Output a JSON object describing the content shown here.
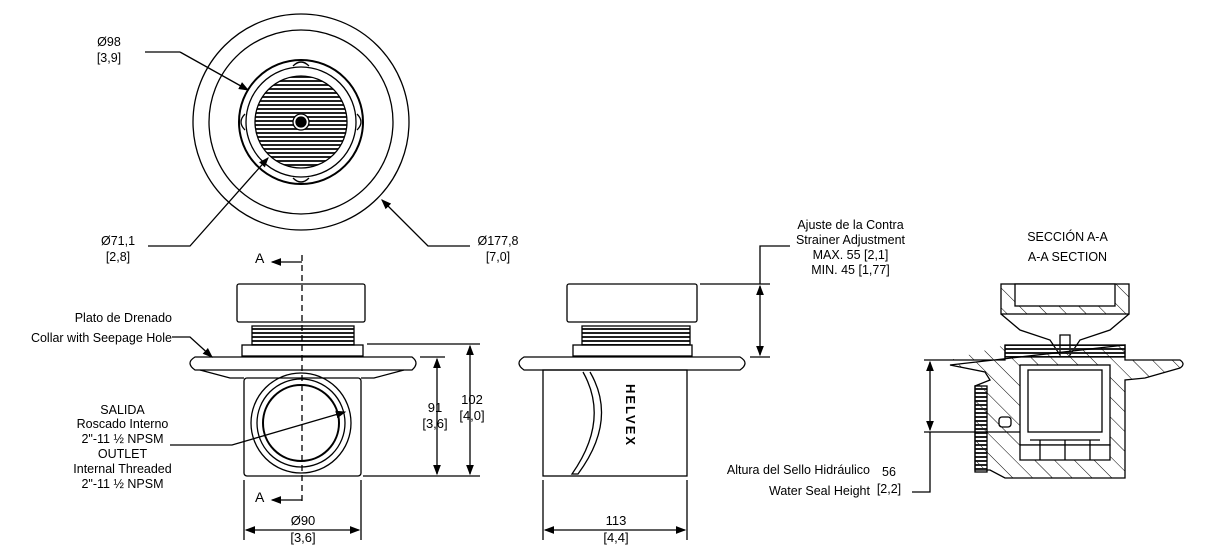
{
  "top_view": {
    "dim_inner_ring": {
      "mm": "Ø98",
      "in": "[3,9]"
    },
    "dim_strainer": {
      "mm": "Ø71,1",
      "in": "[2,8]"
    },
    "dim_flange": {
      "mm": "Ø177,8",
      "in": "[7,0]"
    }
  },
  "front_view": {
    "section_mark_top": "A",
    "section_mark_bottom": "A",
    "collar_label_es": "Plato de Drenado",
    "collar_label_en": "Collar with Seepage Hole",
    "outlet_label": [
      "SALIDA",
      "Roscado Interno",
      "2\"-11 ½ NPSM",
      "OUTLET",
      "Internal Threaded",
      "2\"-11 ½ NPSM"
    ],
    "dim_height_flange": {
      "mm": "91",
      "in": "[3,6]"
    },
    "dim_height_total": {
      "mm": "102",
      "in": "[4,0]"
    },
    "dim_body_dia": {
      "mm": "Ø90",
      "in": "[3,6]"
    }
  },
  "side_view": {
    "brand": "HELVEX",
    "dim_width": {
      "mm": "113",
      "in": "[4,4]"
    },
    "adjust_label": [
      "Ajuste de la Contra",
      "Strainer Adjustment",
      "MAX. 55 [2,1]",
      "MIN. 45 [1,77]"
    ]
  },
  "section_view": {
    "title_es": "SECCIÓN A-A",
    "title_en": "A-A SECTION",
    "water_seal_es": "Altura del Sello Hidráulico",
    "water_seal_en": "Water Seal Height",
    "water_seal_dim": {
      "mm": "56",
      "in": "[2,2]"
    }
  }
}
